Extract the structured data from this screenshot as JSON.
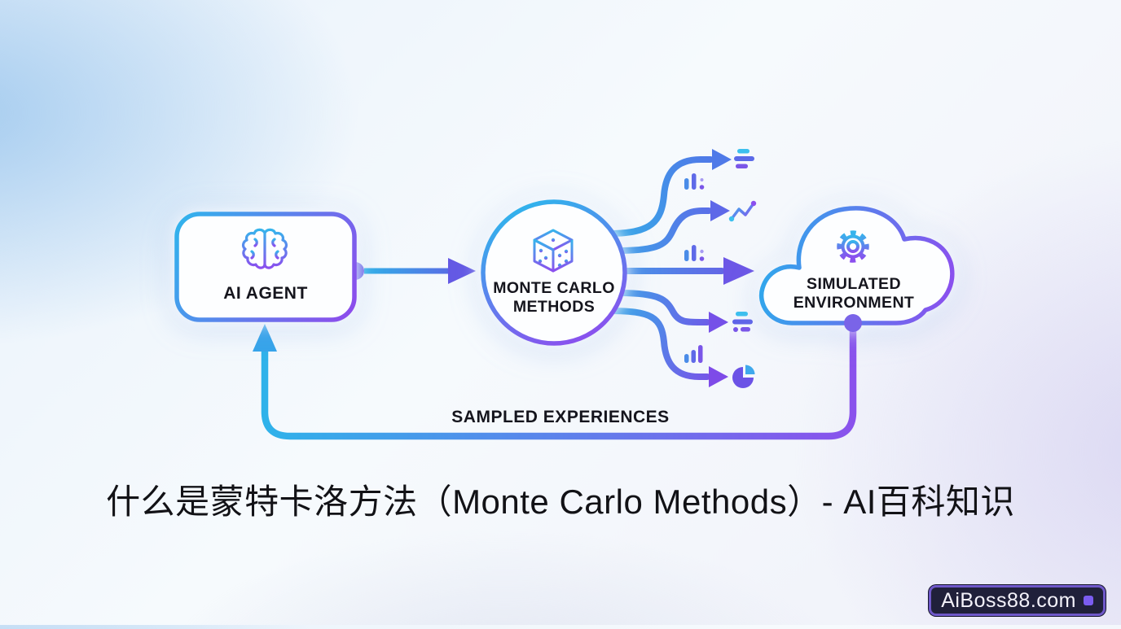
{
  "diagram": {
    "nodes": {
      "agent": {
        "label": "AI AGENT",
        "icon": "brain-icon"
      },
      "methods": {
        "label_line1": "MONTE CARLO",
        "label_line2": "METHODS",
        "icon": "dice-icon"
      },
      "environment": {
        "label_line1": "SIMULATED",
        "label_line2": "ENVIRONMENT",
        "icon": "gear-icon"
      }
    },
    "feedback_label": "SAMPLED EXPERIENCES",
    "output_icons": [
      "horizontal-bar-chart",
      "trend-line-chart",
      "mini-bar-chart",
      "horizontal-bar-chart",
      "pie-chart"
    ],
    "colors": {
      "blue": "#35b0ea",
      "purple": "#8b4fee",
      "ink": "#15151d"
    }
  },
  "caption": {
    "text": "什么是蒙特卡洛方法（Monte Carlo Methods）- AI百科知识"
  },
  "watermark": {
    "text": "AiBoss88.com"
  }
}
